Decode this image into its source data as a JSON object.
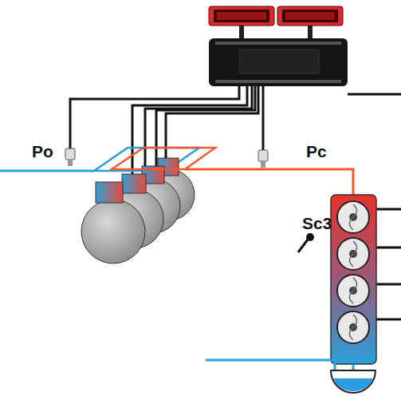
{
  "diagram": {
    "labels": [
      "Po",
      "Pc",
      "Sc3"
    ]
  }
}
